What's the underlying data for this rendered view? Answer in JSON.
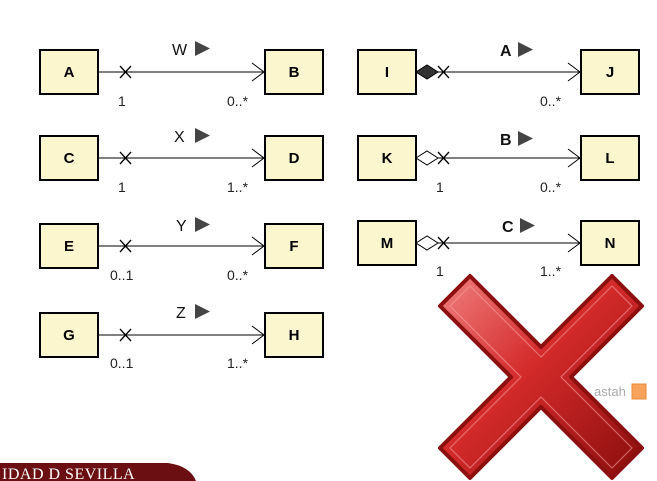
{
  "classes": {
    "A": "A",
    "B": "B",
    "C": "C",
    "D": "D",
    "E": "E",
    "F": "F",
    "G": "G",
    "H": "H",
    "I": "I",
    "J": "J",
    "K": "K",
    "L": "L",
    "M": "M",
    "N": "N"
  },
  "associations": {
    "ab": {
      "name": "W",
      "source_mult": "1",
      "target_mult": "0..*"
    },
    "cd": {
      "name": "X",
      "source_mult": "1",
      "target_mult": "1..*"
    },
    "ef": {
      "name": "Y",
      "source_mult": "0..1",
      "target_mult": "0..*"
    },
    "gh": {
      "name": "Z",
      "source_mult": "0..1",
      "target_mult": "1..*"
    },
    "ij": {
      "name": "A",
      "source_mult": "",
      "target_mult": "0..*",
      "aggregation": "composite"
    },
    "kl": {
      "name": "B",
      "source_mult": "1",
      "target_mult": "0..*",
      "aggregation": "shared"
    },
    "mn": {
      "name": "C",
      "source_mult": "1",
      "target_mult": "1..*",
      "aggregation": "shared"
    }
  },
  "watermark": "astah",
  "footer": "IDAD D SEVILLA",
  "colors": {
    "class_fill": "#fcf6cf",
    "cross": "#c81e1e",
    "footer_band": "#6b0f12"
  }
}
